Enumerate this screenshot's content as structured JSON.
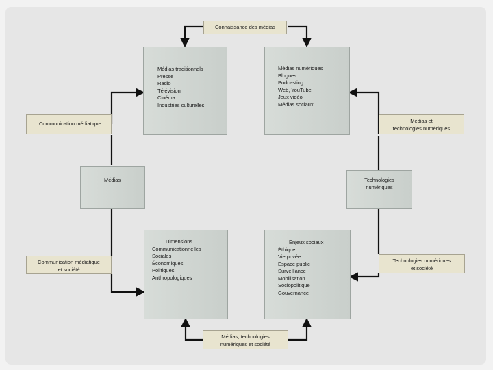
{
  "nodes": {
    "top": {
      "lines": [
        "Connaissance des médias"
      ]
    },
    "traditional": {
      "lines": [
        "Médias traditionnels",
        "Presse",
        "Radio",
        "Télévision",
        "Cinéma",
        "Industries culturelles"
      ]
    },
    "digital": {
      "lines": [
        "Médias numériques",
        "Blogues",
        "Podcasting",
        "Web, YouTube",
        "Jeux vidéo",
        "Médias sociaux"
      ]
    },
    "comm": {
      "lines": [
        "Communication médiatique"
      ]
    },
    "media_tech": {
      "lines": [
        "Médias et",
        "technologies numériques"
      ]
    },
    "medias": {
      "lines": [
        "Médias"
      ]
    },
    "tech": {
      "lines": [
        "Technologies",
        "numériques"
      ]
    },
    "dimensions": {
      "lines": [
        "Dimensions",
        "Communicationnelles",
        "Sociales",
        "Économiques",
        "Politiques",
        "Anthropologiques"
      ]
    },
    "enjeux": {
      "lines": [
        "Enjeux sociaux",
        "Éthique",
        "Vie privée",
        "Espace public",
        "Surveillance",
        "Mobilisation",
        "Sociopolitique",
        "Gouvernance"
      ]
    },
    "comm_society": {
      "lines": [
        "Communication médiatique",
        "et société"
      ]
    },
    "tech_society": {
      "lines": [
        "Technologies numériques",
        "et société"
      ]
    },
    "bottom": {
      "lines": [
        "Médias, technologies",
        "numériques et société"
      ]
    }
  }
}
